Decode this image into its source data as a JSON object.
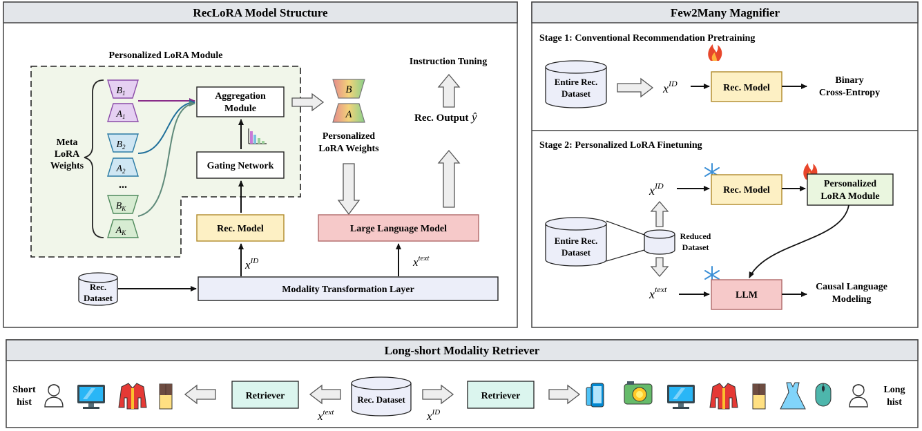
{
  "panels": {
    "reclora": "RecLoRA Model Structure",
    "few2many": "Few2Many Magnifier",
    "retriever_panel": "Long-short Modality Retriever"
  },
  "reclora": {
    "module_title": "Personalized LoRA Module",
    "meta_label": [
      "Meta",
      "LoRA",
      "Weights"
    ],
    "labels": {
      "b1": "B",
      "b1_sub": "1",
      "a1": "A",
      "a1_sub": "1",
      "b2": "B",
      "b2_sub": "2",
      "a2": "A",
      "a2_sub": "2",
      "dots": "...",
      "bk": "B",
      "bk_sub": "K",
      "ak": "A",
      "ak_sub": "K"
    },
    "aggregation": [
      "Aggregation",
      "Module"
    ],
    "gating": "Gating Network",
    "rec_model": "Rec. Model",
    "pers_b": "B",
    "pers_a": "A",
    "pers_label": [
      "Personalized",
      "LoRA Weights"
    ],
    "instruction_tuning": "Instruction Tuning",
    "rec_output": "Rec. Output",
    "y_hat": "ŷ",
    "llm": "Large Language Model",
    "x_id": "x",
    "x_id_sup": "ID",
    "x_text": "x",
    "x_text_sup": "text",
    "dataset": [
      "Rec.",
      "Dataset"
    ],
    "modality_layer": "Modality Transformation Layer"
  },
  "few2many": {
    "stage1_title": "Stage 1: Conventional Recommendation Pretraining",
    "stage1_dataset": [
      "Entire Rec.",
      "Dataset"
    ],
    "stage1_x": "x",
    "stage1_x_sup": "ID",
    "stage1_model": "Rec. Model",
    "stage1_loss": [
      "Binary",
      "Cross-Entropy"
    ],
    "stage2_title": "Stage 2: Personalized LoRA Finetuning",
    "stage2_x_id": "x",
    "stage2_x_id_sup": "ID",
    "stage2_model": "Rec. Model",
    "stage2_lora": [
      "Personalized",
      "LoRA Module"
    ],
    "stage2_dataset": [
      "Entire Rec.",
      "Dataset"
    ],
    "stage2_reduced": [
      "Reduced",
      "Dataset"
    ],
    "stage2_x_text": "x",
    "stage2_x_text_sup": "text",
    "stage2_llm": "LLM",
    "stage2_loss": [
      "Causal Language",
      "Modeling"
    ]
  },
  "retriever": {
    "short_hist": [
      "Short",
      "hist"
    ],
    "long_hist": [
      "Long",
      "hist"
    ],
    "retriever_left": "Retriever",
    "retriever_right": "Retriever",
    "dataset": "Rec. Dataset",
    "x_text": "x",
    "x_text_sup": "text",
    "x_id": "x",
    "x_id_sup": "ID"
  },
  "colors": {
    "header_bg": "#e3e6ea",
    "module_bg": "#f1f6ea",
    "lora_b1": "#e5d0f2",
    "lora_b2": "#cfe6f3",
    "lora_bk": "#d7ecd2",
    "rec_model": "#fdf0c4",
    "llm": "#f6c9c9",
    "modality": "#eceef9",
    "retriever": "#dbf5ee",
    "pers_lora": "#eaf6df"
  },
  "icons": [
    "user-icon",
    "monitor-icon",
    "jacket-icon",
    "chocolate-icon",
    "phone-icon",
    "camera-icon",
    "dress-icon",
    "mouse-icon",
    "fire-icon",
    "snowflake-icon",
    "bar-chart-icon"
  ]
}
